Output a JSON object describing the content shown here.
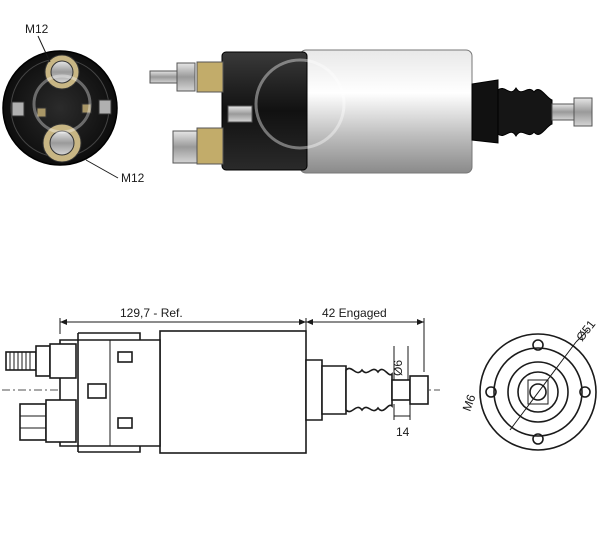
{
  "photo_labels": {
    "terminal_top": "M12",
    "terminal_bottom": "M12"
  },
  "dimensions": {
    "length_ref": "129,7 - Ref.",
    "engaged": "42 Engaged",
    "shaft_diameter": "Ø6",
    "shaft_length": "14",
    "mount_bolt": "M6",
    "flange_diameter": "Ø51"
  },
  "colors": {
    "outline": "#1a1a1a",
    "body_silver": "#c9c9c9",
    "body_dark": "#1c1c1c",
    "brass": "#b9a46a"
  }
}
